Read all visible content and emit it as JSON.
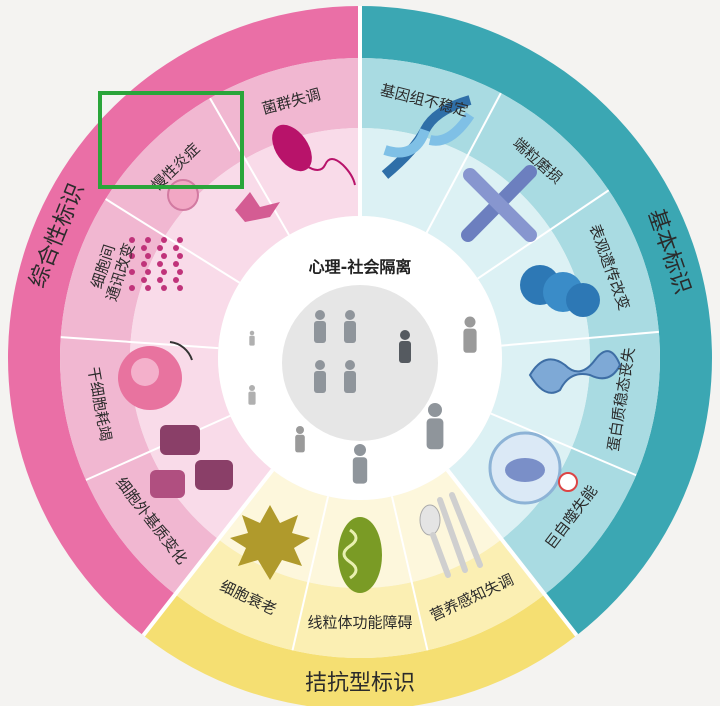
{
  "center": {
    "title": "心理-社会隔离"
  },
  "categories": {
    "integrative": "综合性标识",
    "primary": "基本标识",
    "antagonistic": "拮抗型标识"
  },
  "segments": {
    "dysbiosis": "菌群失调",
    "chronic_inflammation": "慢性炎症",
    "intercellular_comm": "细胞间 通讯改变",
    "stem_cell_exhaustion": "干细胞耗竭",
    "ecm_changes": "细胞外基质变化",
    "genomic_instability": "基因组不稳定",
    "telomere_attrition": "端粒磨损",
    "epigenetic_alterations": "表观遗传改变",
    "proteostasis_loss": "蛋白质稳态丧失",
    "autophagy_disabled": "巨自噬失能",
    "senescence": "细胞衰老",
    "mito_dysfunction": "线粒体功能障碍",
    "nutrient_sensing": "营养感知失调"
  },
  "highlight": {
    "color": "#2aa53a"
  },
  "colors": {
    "pink_outer": "#ea6fa6",
    "pink_mid": "#f1b7d1",
    "pink_inner": "#f9dbe9",
    "teal_outer": "#3ba7b3",
    "teal_mid": "#a9dbe2",
    "teal_inner": "#dcf1f4",
    "yellow_outer": "#f5df72",
    "yellow_mid": "#fbefb3",
    "yellow_inner": "#fdf7dc"
  }
}
